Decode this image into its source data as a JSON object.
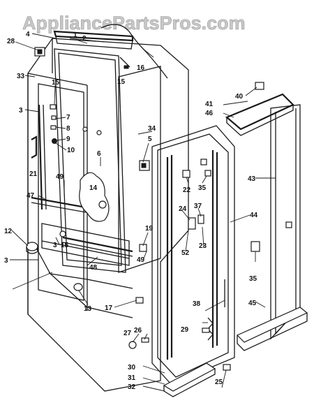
{
  "watermark": "AppliancePartsPros.com",
  "colors": {
    "line": "#1a1a1a",
    "watermark": "#c8c8c8",
    "background": "#ffffff"
  },
  "part_labels": [
    "1",
    "2",
    "3",
    "3",
    "3",
    "4",
    "5",
    "6",
    "7",
    "8",
    "9",
    "10",
    "12",
    "13",
    "14",
    "15",
    "15",
    "15",
    "16",
    "17",
    "19",
    "21",
    "22",
    "23",
    "24",
    "25",
    "26",
    "27",
    "28",
    "29",
    "30",
    "31",
    "32",
    "33",
    "34",
    "35",
    "35",
    "37",
    "38",
    "40",
    "41",
    "43",
    "44",
    "45",
    "46",
    "47",
    "48",
    "49",
    "49",
    "52"
  ]
}
